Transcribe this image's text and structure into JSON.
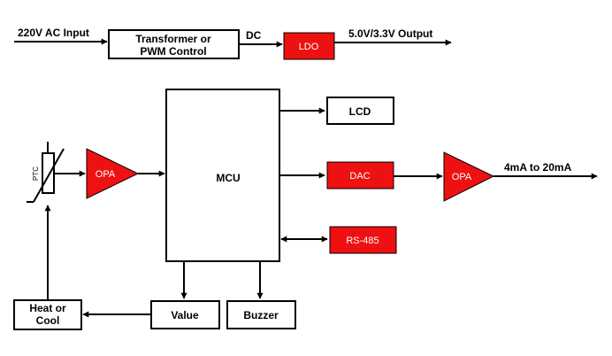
{
  "colors": {
    "red": "#ee1111",
    "line": "#000000"
  },
  "labels": {
    "ac_input": "220V AC Input",
    "dc": "DC",
    "output_voltage": "5.0V/3.3V Output",
    "current_output": "4mA to 20mA",
    "ptc": "PTC"
  },
  "blocks": {
    "transformer": [
      "Transformer or",
      "PWM Control"
    ],
    "ldo": "LDO",
    "lcd": "LCD",
    "mcu": "MCU",
    "dac": "DAC",
    "rs485": "RS-485",
    "opa_left": "OPA",
    "opa_right": "OPA",
    "heat_cool": [
      "Heat or",
      "Cool"
    ],
    "value": "Value",
    "buzzer": "Buzzer"
  }
}
